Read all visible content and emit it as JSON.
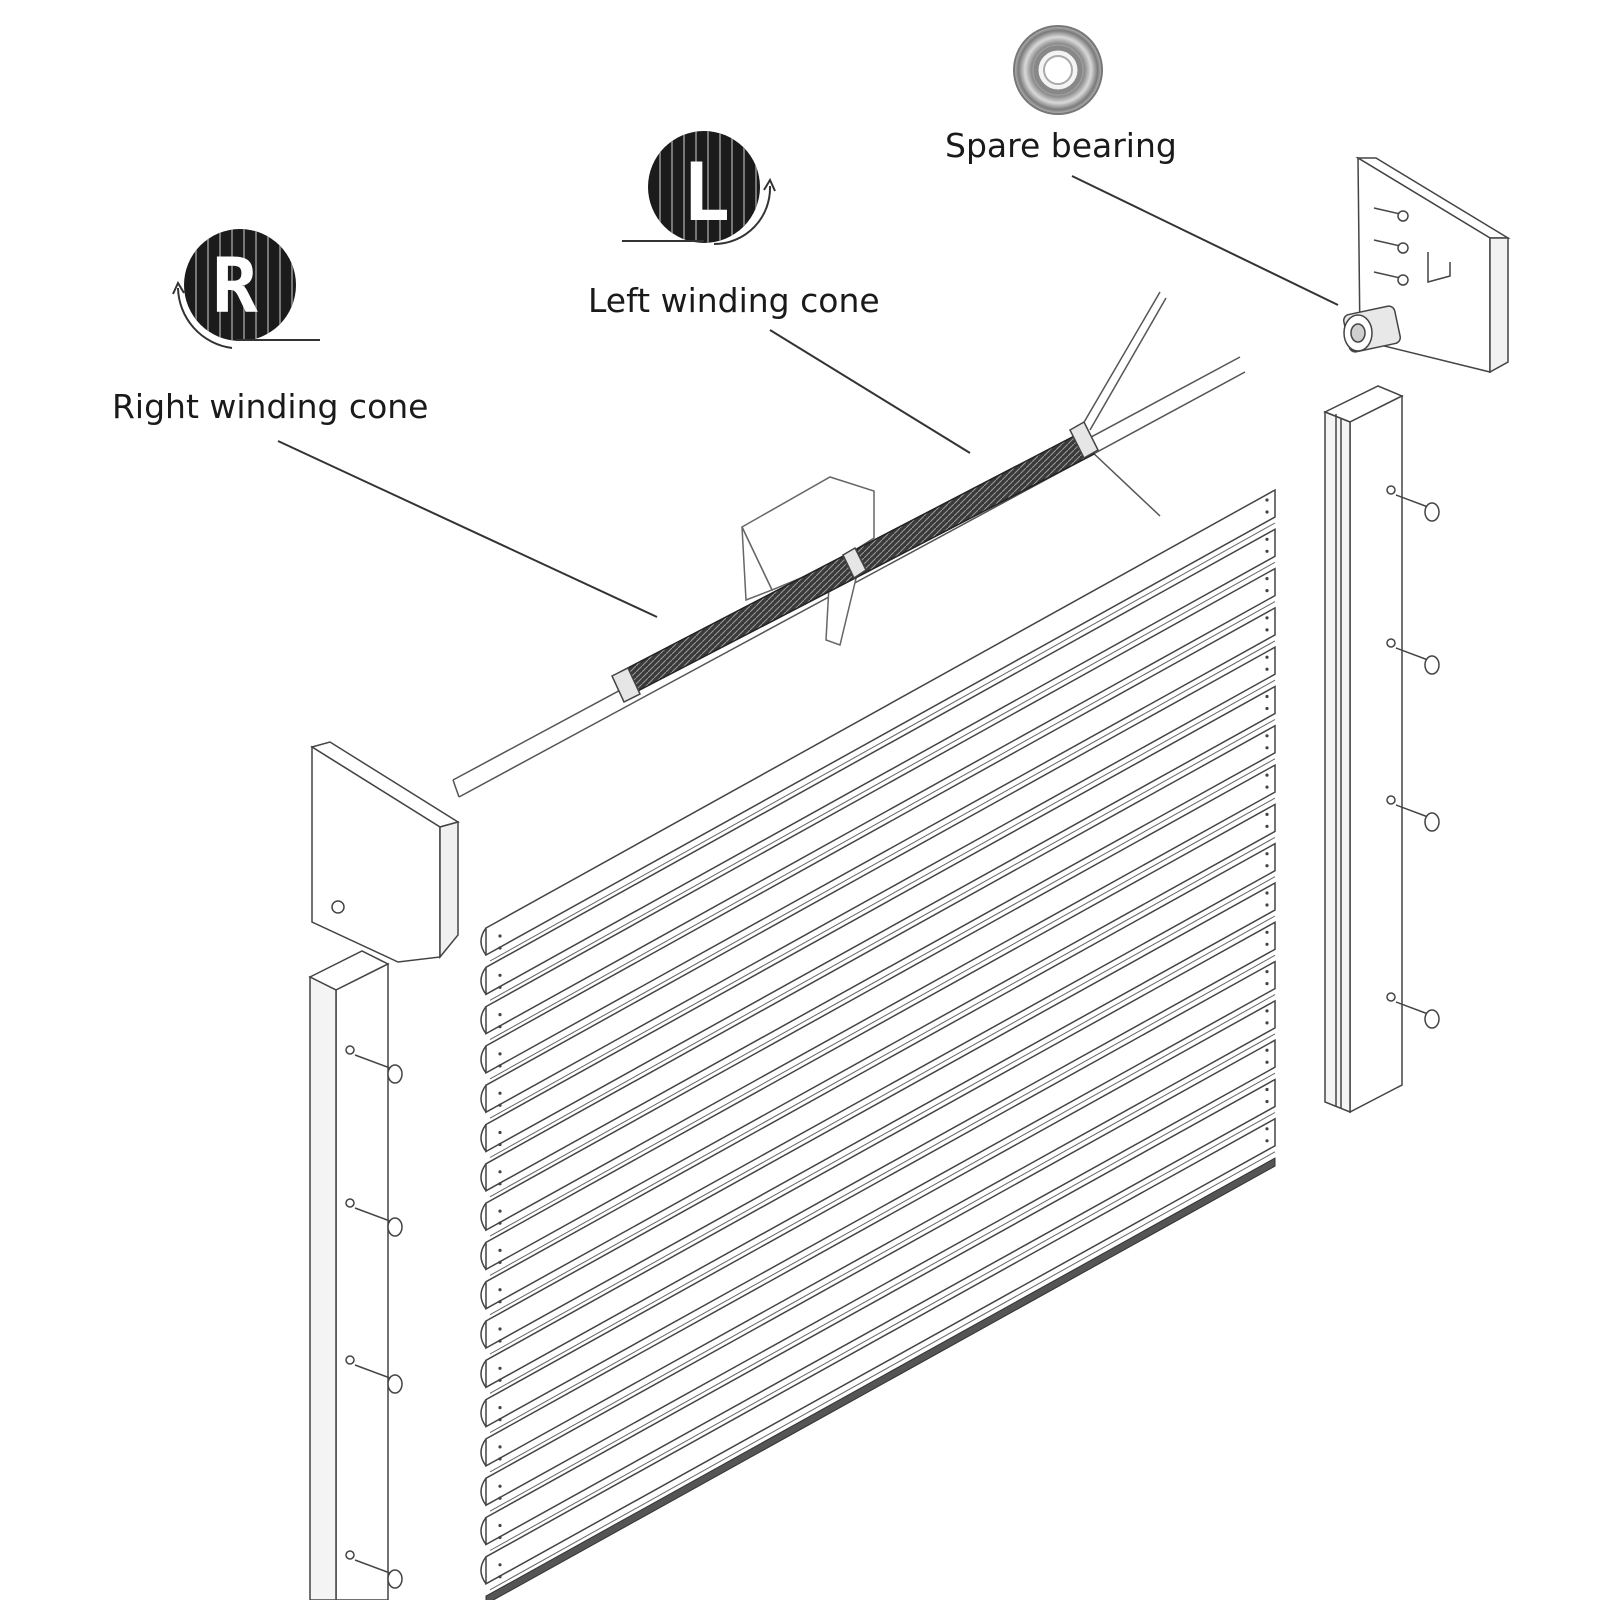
{
  "labels": {
    "spare_bearing": "Spare bearing",
    "left_winding_cone": "Left winding cone",
    "right_winding_cone": "Right winding cone"
  },
  "badges": {
    "left_cone_letter": "L",
    "right_cone_letter": "R"
  },
  "colors": {
    "line": "#333333",
    "spring": "#2b2b2b",
    "background": "#ffffff"
  }
}
